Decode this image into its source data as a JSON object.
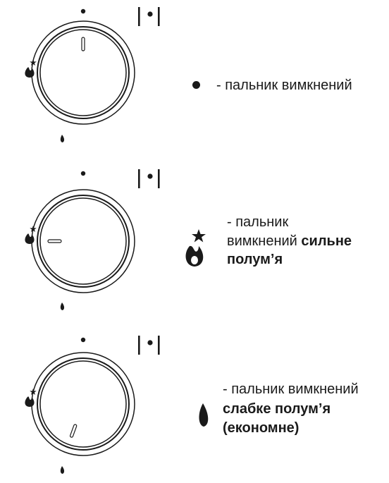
{
  "knobs": [
    {
      "position": "off",
      "indicator_angle_deg": 0,
      "legend": {
        "icon": "dot-off-icon",
        "lines": [
          {
            "plain": "- пальник вимкнений",
            "bold": ""
          }
        ]
      }
    },
    {
      "position": "high-flame",
      "indicator_angle_deg": -90,
      "legend": {
        "icon": "flame-with-star-icon",
        "lines": [
          {
            "plain": "- пальник",
            "bold": ""
          },
          {
            "plain": "вимкнений ",
            "bold": "сильне"
          },
          {
            "plain": "",
            "bold": "полум’я"
          }
        ]
      }
    },
    {
      "position": "low-flame",
      "indicator_angle_deg": 200,
      "legend": {
        "icon": "small-flame-icon",
        "lines": [
          {
            "plain": "- пальник вимкнений",
            "bold": ""
          },
          {
            "plain": "",
            "bold": "слабке полум’я"
          },
          {
            "plain": "",
            "bold": "(економне)"
          }
        ]
      }
    }
  ],
  "colors": {
    "ink": "#1a1a1a",
    "background": "#ffffff"
  }
}
